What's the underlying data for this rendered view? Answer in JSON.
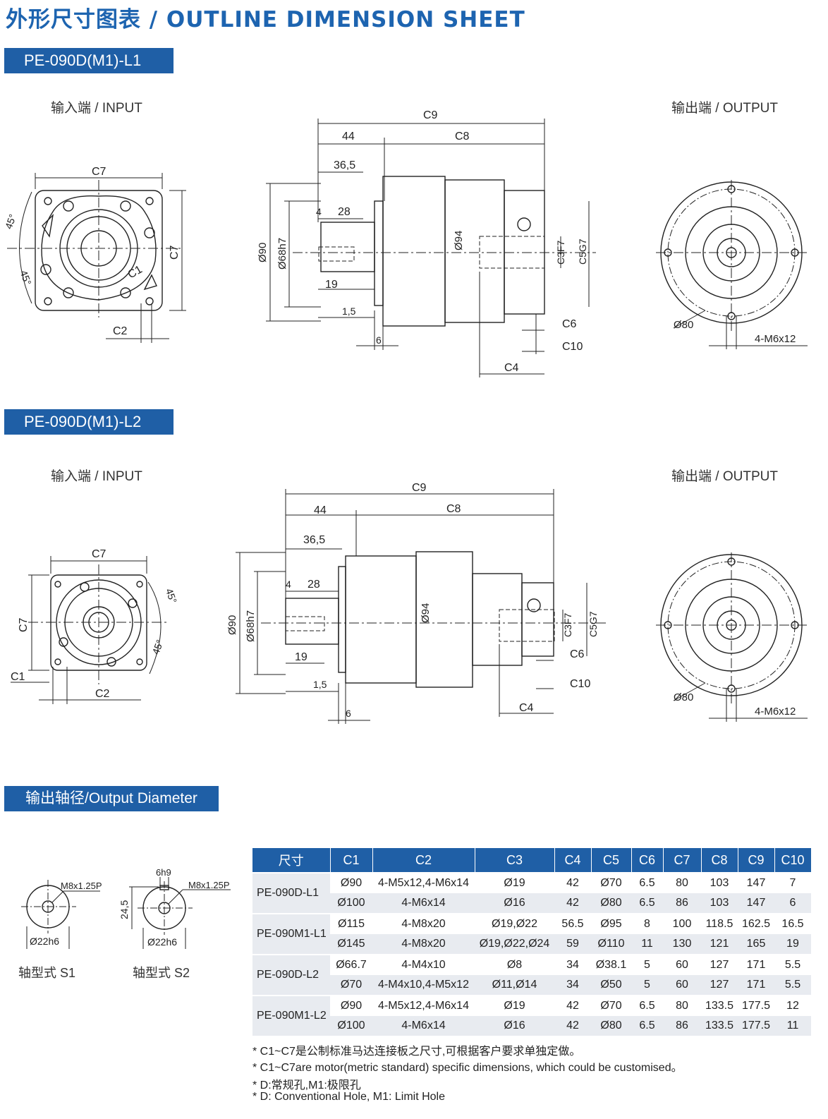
{
  "page": {
    "title": "外形尺寸图表 / OUTLINE DIMENSION SHEET"
  },
  "sections": {
    "l1_title": "PE-090D(M1)-L1",
    "l2_title": "PE-090D(M1)-L2",
    "output_diameter_title": "输出轴径/Output Diameter",
    "input_label": "输入端 / INPUT",
    "output_label": "输出端 / OUTPUT"
  },
  "drawing_labels": {
    "c1": "C1",
    "c2": "C2",
    "c3": "C3F7",
    "c4": "C4",
    "c5": "C5G7",
    "c6": "C6",
    "c7": "C7",
    "c8": "C8",
    "c9": "C9",
    "c10": "C10",
    "deg45": "45°",
    "d44": "44",
    "d36_5": "36,5",
    "d4": "4",
    "d28": "28",
    "d19": "19",
    "d1_5": "1,5",
    "d6": "6",
    "phi90": "Ø90",
    "phi68": "Ø68h7",
    "phi94": "Ø94",
    "phi80": "Ø80",
    "bolt": "4-M6x12"
  },
  "shafts": {
    "s1_thread": "M8x1.25P",
    "s1_dia": "Ø22h6",
    "s1_label": "轴型式 S1",
    "s2_thread": "M8x1.25P",
    "s2_dia": "Ø22h6",
    "s2_key": "6h9",
    "s2_height": "24,5",
    "s2_label": "轴型式 S2"
  },
  "table": {
    "headers": [
      "尺寸",
      "C1",
      "C2",
      "C3",
      "C4",
      "C5",
      "C6",
      "C7",
      "C8",
      "C9",
      "C10"
    ],
    "groups": [
      {
        "model": "PE-090D-L1",
        "rows": [
          [
            "Ø90",
            "4-M5x12,4-M6x14",
            "Ø19",
            "42",
            "Ø70",
            "6.5",
            "80",
            "103",
            "147",
            "7"
          ],
          [
            "Ø100",
            "4-M6x14",
            "Ø16",
            "42",
            "Ø80",
            "6.5",
            "86",
            "103",
            "147",
            "6"
          ]
        ]
      },
      {
        "model": "PE-090M1-L1",
        "rows": [
          [
            "Ø115",
            "4-M8x20",
            "Ø19,Ø22",
            "56.5",
            "Ø95",
            "8",
            "100",
            "118.5",
            "162.5",
            "16.5"
          ],
          [
            "Ø145",
            "4-M8x20",
            "Ø19,Ø22,Ø24",
            "59",
            "Ø110",
            "11",
            "130",
            "121",
            "165",
            "19"
          ]
        ]
      },
      {
        "model": "PE-090D-L2",
        "rows": [
          [
            "Ø66.7",
            "4-M4x10",
            "Ø8",
            "34",
            "Ø38.1",
            "5",
            "60",
            "127",
            "171",
            "5.5"
          ],
          [
            "Ø70",
            "4-M4x10,4-M5x12",
            "Ø11,Ø14",
            "34",
            "Ø50",
            "5",
            "60",
            "127",
            "171",
            "5.5"
          ]
        ]
      },
      {
        "model": "PE-090M1-L2",
        "rows": [
          [
            "Ø90",
            "4-M5x12,4-M6x14",
            "Ø19",
            "42",
            "Ø70",
            "6.5",
            "80",
            "133.5",
            "177.5",
            "12"
          ],
          [
            "Ø100",
            "4-M6x14",
            "Ø16",
            "42",
            "Ø80",
            "6.5",
            "86",
            "133.5",
            "177.5",
            "11"
          ]
        ]
      }
    ]
  },
  "notes": [
    "* C1~C7是公制标准马达连接板之尺寸,可根据客户要求单独定做。",
    "* C1~C7are motor(metric standard)  specific dimensions, which could be customised。",
    "* D:常规孔,M1:极限孔",
    "* D: Conventional Hole, M1: Limit Hole"
  ]
}
